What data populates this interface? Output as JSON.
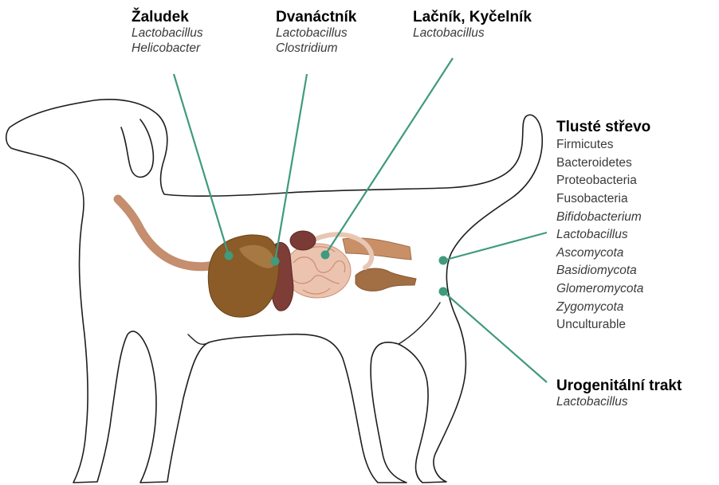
{
  "colors": {
    "callout_line": "#3f9a7e",
    "outline": "#1e1e1e",
    "esophagus": "#c48e6f",
    "stomach": "#8a5a28",
    "liver": "#7a3a36",
    "intestine": "#e2b4a0",
    "colon": "#b9825a"
  },
  "labels": {
    "zaludek": {
      "title": "Žaludek",
      "items": [
        "Lactobacillus",
        "Helicobacter"
      ]
    },
    "dvanactnik": {
      "title": "Dvanáctník",
      "items": [
        "Lactobacillus",
        "Clostridium"
      ]
    },
    "lacnik": {
      "title": "Lačník, Kyčelník",
      "items": [
        "Lactobacillus"
      ]
    },
    "tluste": {
      "title": "Tlusté střevo",
      "items": [
        "Firmicutes",
        "Bacteroidetes",
        "Proteobacteria",
        "Fusobacteria",
        "Bifidobacterium",
        "Lactobacillus",
        "Ascomycota",
        "Basidiomycota",
        "Glomeromycota",
        "Zygomycota",
        "Unculturable"
      ]
    },
    "uro": {
      "title": "Urogenitální trakt",
      "items": [
        "Lactobacillus"
      ]
    }
  }
}
